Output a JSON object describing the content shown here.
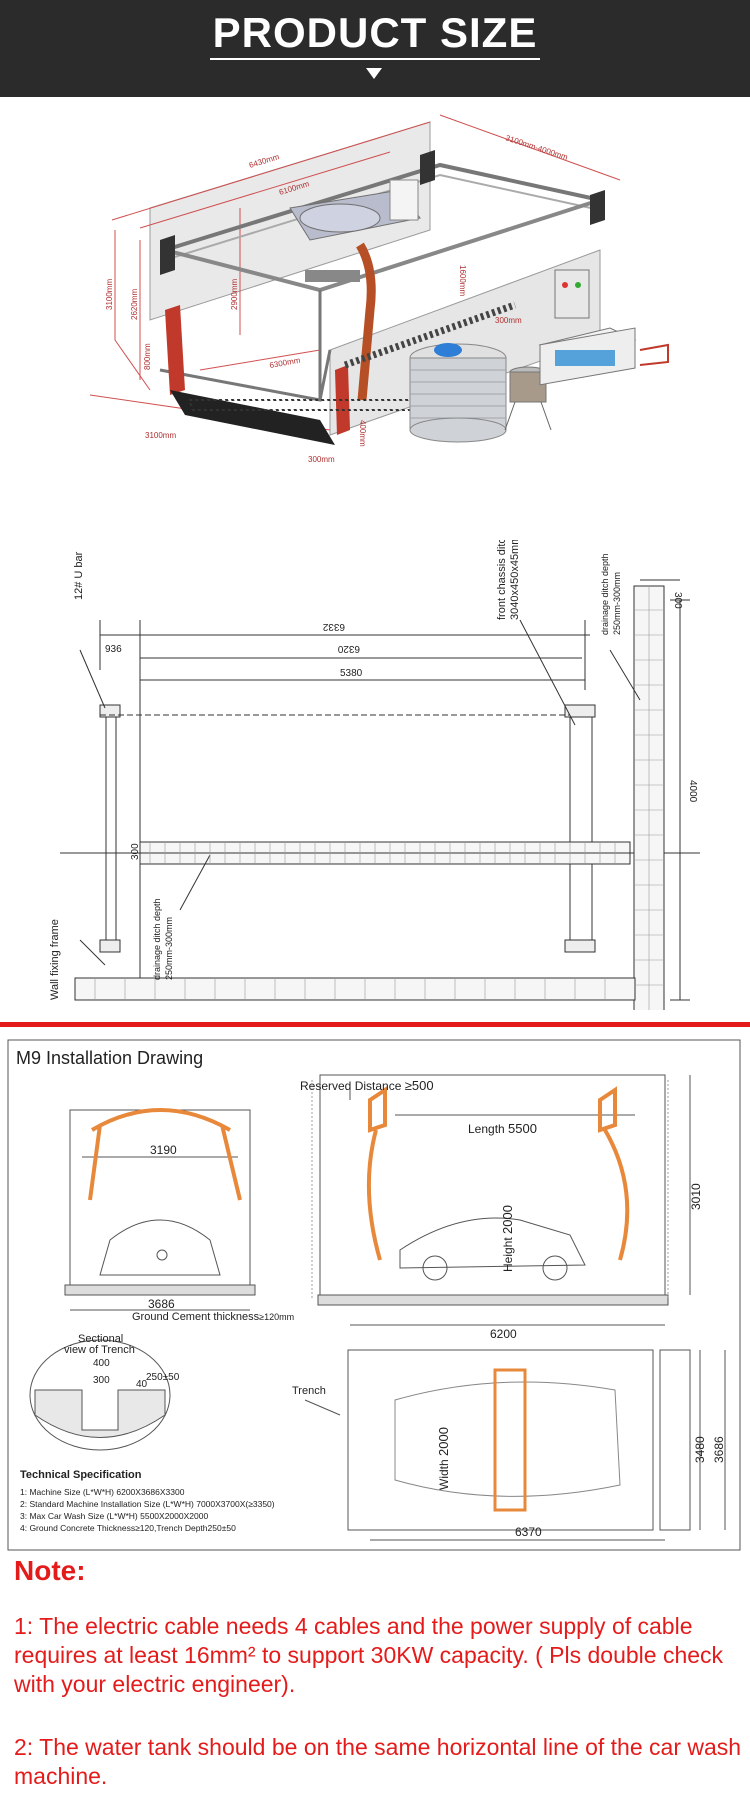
{
  "header": {
    "title": "PRODUCT SIZE"
  },
  "perspective": {
    "dim_6430": "6430mm",
    "dim_6100": "6100mm",
    "dim_3100_4000": "3100mm-4000mm",
    "dim_3100_h": "3100mm",
    "dim_2620": "2620mm",
    "dim_2900": "2900mm",
    "dim_1600": "1600mm",
    "dim_800": "800mm",
    "dim_6300": "6300mm",
    "dim_300_a": "300mm",
    "dim_3100_b": "3100mm",
    "dim_300_b": "300mm",
    "dim_400": "400mm"
  },
  "plan": {
    "u_bar": "12# U bar",
    "front_ditch_1": "front chassis ditch",
    "front_ditch_2": "3040x450x45mm",
    "drain_top_1": "drainage ditch depth",
    "drain_top_2": "250mm-300mm",
    "dim_6332": "6332",
    "dim_6320": "6320",
    "dim_5380": "5380",
    "dim_936": "936",
    "dim_300_top": "300",
    "dim_300_left": "300",
    "dim_4000": "4000",
    "drain_bottom_1": "drainage ditch depth",
    "drain_bottom_2": "250mm-300mm",
    "wall_frame": "Wall fixing frame"
  },
  "m9": {
    "title": "M9 Installation Drawing",
    "reserved": "Reserved Distance",
    "reserved_val": "≥500",
    "dim_3190": "3190",
    "dim_3686_front": "3686",
    "ground_label": "Ground Cement thickness",
    "ground_val": "≥120mm",
    "length_label": "Length",
    "length_val": "5500",
    "height_label": "Height",
    "height_val": "2000",
    "dim_3010": "3010",
    "dim_6200": "6200",
    "section_1": "Sectional",
    "section_2": "view of Trench",
    "sec_400": "400",
    "sec_300": "300",
    "sec_40": "40",
    "sec_250": "250±50",
    "trench": "Trench",
    "width_label": "Width",
    "width_val": "2000",
    "dim_3480": "3480",
    "dim_3686_top": "3686",
    "dim_6370": "6370",
    "spec_title": "Technical Specification",
    "spec": [
      "1: Machine Size (L*W*H) 6200X3686X3300",
      "2: Standard Machine Installation Size (L*W*H) 7000X3700X(≥3350)",
      "3: Max Car Wash Size (L*W*H) 5500X2000X2000",
      "4: Ground Concrete Thickness≥120,Trench Depth250±50"
    ]
  },
  "note": {
    "title": "Note:",
    "line1": "1: The electric cable needs 4 cables and the power supply of cable requires at least 16mm² to support 30KW capacity. ( Pls double check with your electric engineer).",
    "line2": "2: The water tank should be on the same horizontal line of the car wash machine."
  },
  "colors": {
    "accent_red": "#e41b1b",
    "header_bg": "#2b2b2b",
    "machine_orange": "#e8883a"
  }
}
